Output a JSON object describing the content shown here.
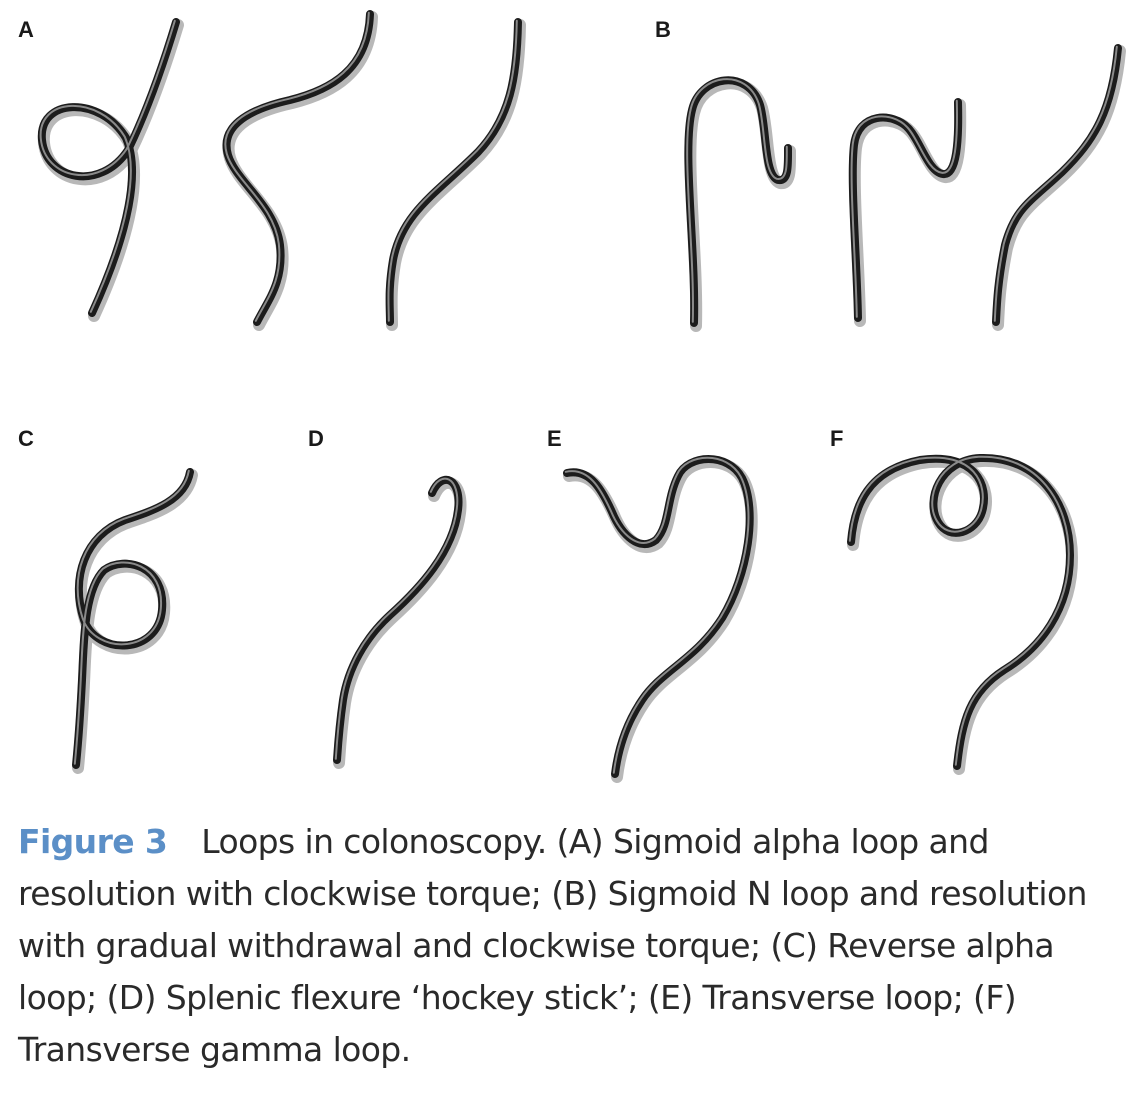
{
  "panels": [
    {
      "id": "A",
      "label": "A"
    },
    {
      "id": "B",
      "label": "B"
    },
    {
      "id": "C",
      "label": "C"
    },
    {
      "id": "D",
      "label": "D"
    },
    {
      "id": "E",
      "label": "E"
    },
    {
      "id": "F",
      "label": "F"
    }
  ],
  "caption": {
    "figure_number": "Figure 3",
    "text": "Loops in colonoscopy. (A) Sigmoid alpha loop and resolution with clockwise torque; (B) Sigmoid N loop and resolution with gradual withdrawal and clockwise torque; (C) Reverse alpha loop; (D) Splenic flexure ‘hockey stick’; (E) Transverse loop; (F) Transverse gamma loop."
  },
  "colors": {
    "tube": "#1c1c1c",
    "figure_number": "#5b8fc7",
    "caption_text": "#2a2a2a"
  }
}
